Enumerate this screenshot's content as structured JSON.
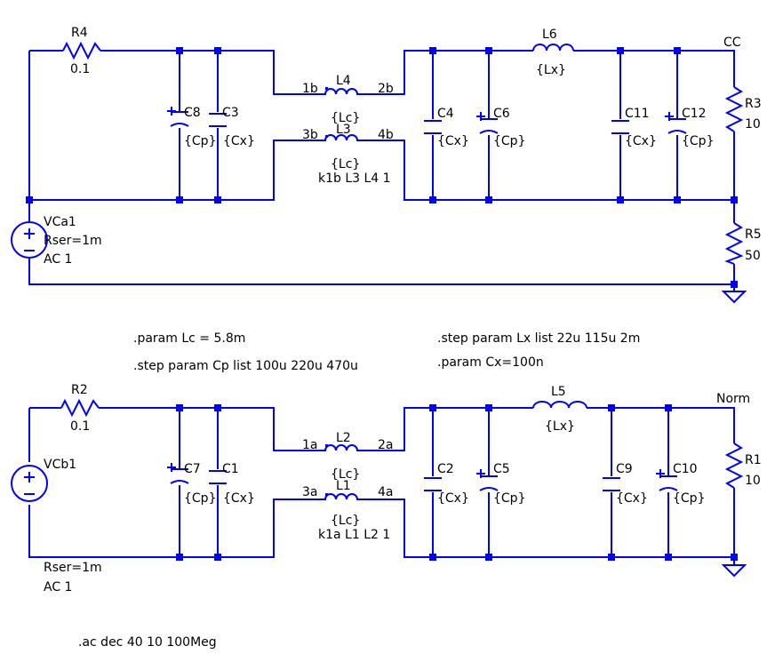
{
  "schematic": {
    "colors": {
      "wire": "#0000ff",
      "background": "#ffffff",
      "text": "#000000"
    },
    "top": {
      "r4": {
        "name": "R4",
        "value": "0.1"
      },
      "c8": {
        "name": "C8",
        "value": "{Cp}"
      },
      "c3": {
        "name": "C3",
        "value": "{Cx}"
      },
      "l4": {
        "name": "L4",
        "value": "{Lc}",
        "pin1": "1b",
        "pin2": "2b"
      },
      "l3": {
        "name": "L3",
        "value": "{Lc}",
        "pin1": "3b",
        "pin2": "4b"
      },
      "k_directive": "k1b L3 L4 1",
      "c4": {
        "name": "C4",
        "value": "{Cx}"
      },
      "c6": {
        "name": "C6",
        "value": "{Cp}"
      },
      "l6": {
        "name": "L6",
        "value": "{Lx}"
      },
      "c11": {
        "name": "C11",
        "value": "{Cx}"
      },
      "c12": {
        "name": "C12",
        "value": "{Cp}"
      },
      "net_label": "CC",
      "r3": {
        "name": "R3",
        "value": "10"
      },
      "r5": {
        "name": "R5",
        "value": "50"
      },
      "source": {
        "name": "VCa1",
        "rser": "Rser=1m",
        "ac": "AC 1"
      }
    },
    "directives": {
      "param_lc": ".param Lc = 5.8m",
      "step_cp": ".step param Cp list 100u 220u 470u",
      "step_lx": ".step param Lx list 22u 115u 2m",
      "param_cx": ".param Cx=100n",
      "ac": ".ac dec 40 10 100Meg"
    },
    "bottom": {
      "r2": {
        "name": "R2",
        "value": "0.1"
      },
      "c7": {
        "name": "C7",
        "value": "{Cp}"
      },
      "c1": {
        "name": "C1",
        "value": "{Cx}"
      },
      "l2": {
        "name": "L2",
        "value": "{Lc}",
        "pin1": "1a",
        "pin2": "2a"
      },
      "l1": {
        "name": "L1",
        "value": "{Lc}",
        "pin1": "3a",
        "pin2": "4a"
      },
      "k_directive": "k1a L1 L2 1",
      "c2": {
        "name": "C2",
        "value": "{Cx}"
      },
      "c5": {
        "name": "C5",
        "value": "{Cp}"
      },
      "l5": {
        "name": "L5",
        "value": "{Lx}"
      },
      "c9": {
        "name": "C9",
        "value": "{Cx}"
      },
      "c10": {
        "name": "C10",
        "value": "{Cp}"
      },
      "net_label": "Norm",
      "r1": {
        "name": "R1",
        "value": "10"
      },
      "source": {
        "name": "VCb1",
        "rser": "Rser=1m",
        "ac": "AC 1"
      }
    }
  }
}
